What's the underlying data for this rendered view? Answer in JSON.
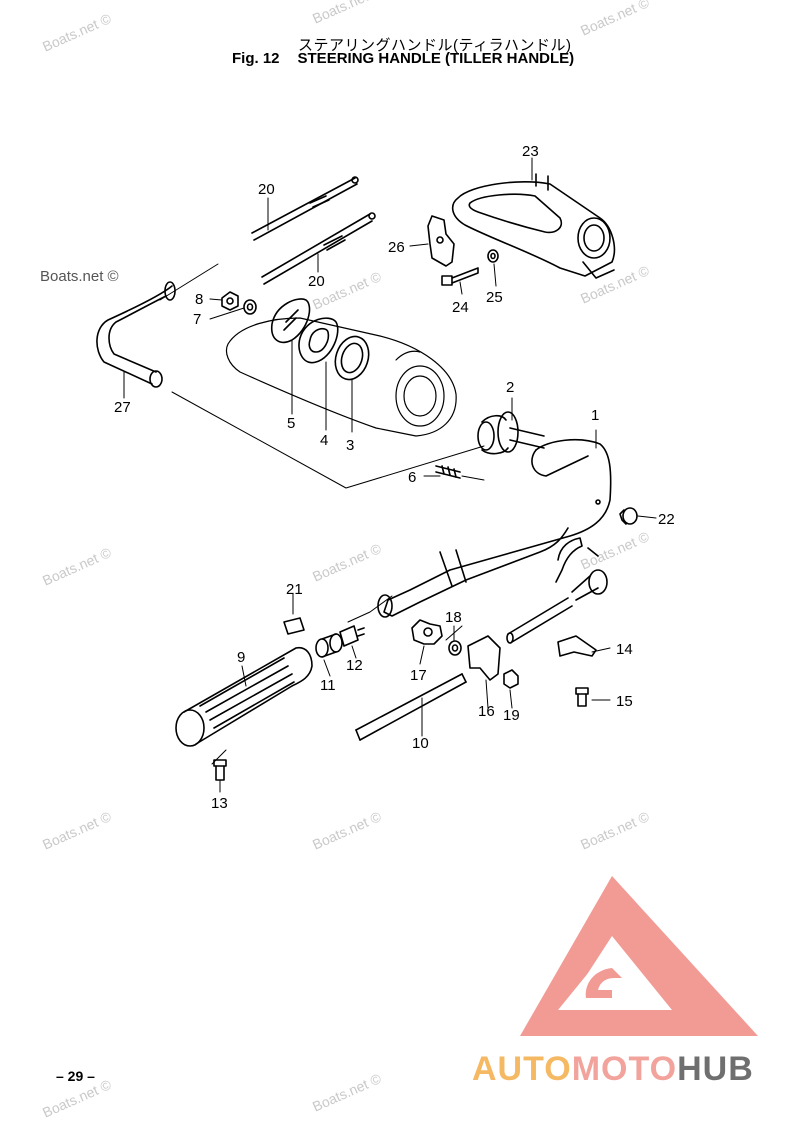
{
  "header": {
    "title_jp": "ステアリングハンドル(ティラハンドル)",
    "fig_label": "Fig. 12",
    "title_en": "STEERING HANDLE (TILLER HANDLE)"
  },
  "watermark": "Boats.net ©",
  "page_number": "– 29 –",
  "logo": {
    "part1": "AUTO",
    "part2": "MOTO",
    "part3": "HUB",
    "colors": {
      "auto": "#f5b963",
      "moto": "#f2a49c",
      "hub": "#6f6f6f",
      "triangle": "#f29a94"
    }
  },
  "callouts": [
    "1",
    "2",
    "3",
    "4",
    "5",
    "6",
    "7",
    "8",
    "9",
    "10",
    "11",
    "12",
    "13",
    "14",
    "15",
    "16",
    "17",
    "18",
    "19",
    "20",
    "20",
    "21",
    "22",
    "23",
    "24",
    "25",
    "26",
    "27"
  ]
}
